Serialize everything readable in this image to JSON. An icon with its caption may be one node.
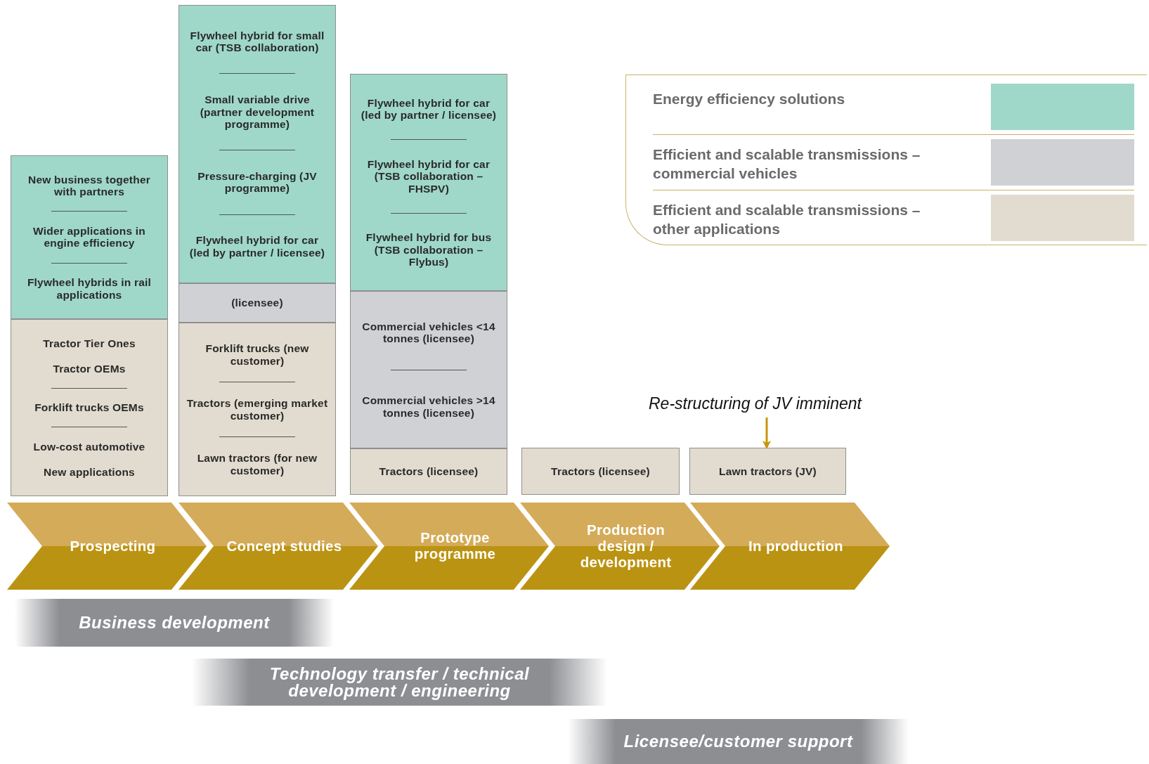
{
  "diagram": {
    "nodes": [
      {
        "text": [
          "New business together with partners",
          "Wider applications in engine efficiency",
          "Flywheel hybrids in rail applications"
        ]
      },
      {
        "text": [
          "Tractor Tier Ones",
          "Tractor OEMs",
          "Forklift trucks OEMs",
          "Low-cost automotive",
          "New applications"
        ]
      },
      {
        "text": [
          "Flywheel hybrid for small car (TSB collaboration)",
          "Small variable drive (partner development programme)",
          "Pressure-charging (JV programme)",
          "Flywheel hybrid for car (led by partner / licensee)"
        ]
      },
      {
        "text": [
          "(licensee)"
        ]
      },
      {
        "text": [
          "Forklift trucks (new customer)",
          "Tractors (emerging market customer)",
          "Lawn tractors (for new customer)"
        ]
      },
      {
        "text": [
          "Flywheel hybrid for car (led by partner / licensee)",
          "Flywheel hybrid for car (TSB collaboration – FHSPV)",
          "Flywheel hybrid for bus (TSB collaboration – Flybus)"
        ]
      },
      {
        "text": [
          "Commercial vehicles <14 tonnes (licensee)",
          "Commercial vehicles >14 tonnes (licensee)"
        ]
      },
      {
        "text": [
          "Tractors (licensee)"
        ]
      },
      {
        "text": [
          "Re-structuring of JV imminent"
        ]
      },
      {
        "text": [
          "Tractors (licensee)"
        ]
      },
      {
        "text": [
          "Lawn tractors (JV)"
        ]
      },
      {
        "text": [
          "Prospecting"
        ]
      },
      {
        "text": [
          "Concept studies"
        ]
      },
      {
        "text": [
          "Prototype programme"
        ]
      },
      {
        "text": [
          "Production design / development"
        ]
      },
      {
        "text": [
          "In production"
        ]
      },
      {
        "text": [
          "Business development"
        ]
      },
      {
        "text": [
          "Technology transfer / technical development / engineering"
        ]
      },
      {
        "text": [
          "Licensee/customer support"
        ]
      }
    ],
    "edges": [
      {
        "from": 8,
        "to": 10,
        "arrow": "to",
        "color": "#c8960c"
      }
    ],
    "legend": [
      {
        "text": "Energy efficiency solutions",
        "color": "#9fd8c8"
      },
      {
        "text": "Efficient and scalable transmissions – commercial vehicles",
        "color": "#cfd1d5"
      },
      {
        "text": "Efficient and scalable transmissions – other applications",
        "color": "#e1dccf"
      }
    ]
  }
}
